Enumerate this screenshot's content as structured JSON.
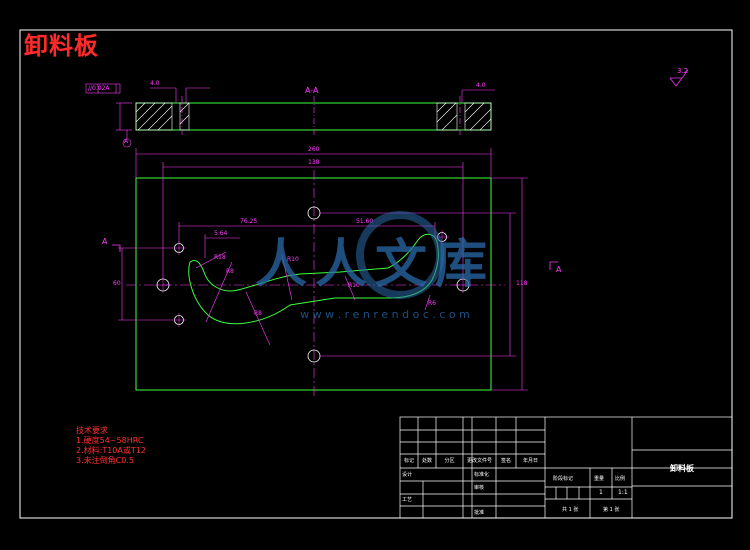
{
  "drawing": {
    "title": "卸料板",
    "section_label": "A-A",
    "cut_label_left": "A",
    "cut_label_right": "A",
    "surface_finish": "3.2",
    "flatness_tolerance": "//0.02A",
    "datum": "A"
  },
  "dimensions": {
    "overall_width": "260",
    "inner_width": "138",
    "overall_height": "118",
    "left_height": "60",
    "thickness_top": "4.0",
    "thickness_right": "4.0",
    "dim_76": "76.25",
    "dim_51": "51.60",
    "dim_5": "5.64",
    "r_labels": [
      "R18",
      "R8",
      "R8",
      "R10",
      "R10",
      "R6"
    ]
  },
  "notes": {
    "heading": "技术要求",
    "items": [
      "1.硬度54~58HRC",
      "2.材料:T10A或T12",
      "3.未注倒角C0.5"
    ]
  },
  "title_block": {
    "part_name": "卸料板",
    "row_labels": [
      "标记",
      "处数",
      "分区",
      "更改文件号",
      "签名",
      "年月日"
    ],
    "design_label": "设计",
    "standard_label": "标准化",
    "check_label": "审核",
    "process_label": "工艺",
    "approve_label": "批准",
    "stage_label": "阶段标记",
    "weight_label": "重量",
    "scale_label": "比例",
    "quantity": "1",
    "scale": "1:1",
    "sheet_total": "共 1 张",
    "sheet_no": "第 1 张"
  },
  "watermark": {
    "text": "人人文库",
    "url": "w w w . r e n r e n d o c . c o m"
  },
  "colors": {
    "background": "#000000",
    "outline": "#ffffff",
    "part": "#3cff3c",
    "dimension": "#ff3cff",
    "note": "#ff3030",
    "watermark": "#2a6aa8"
  }
}
